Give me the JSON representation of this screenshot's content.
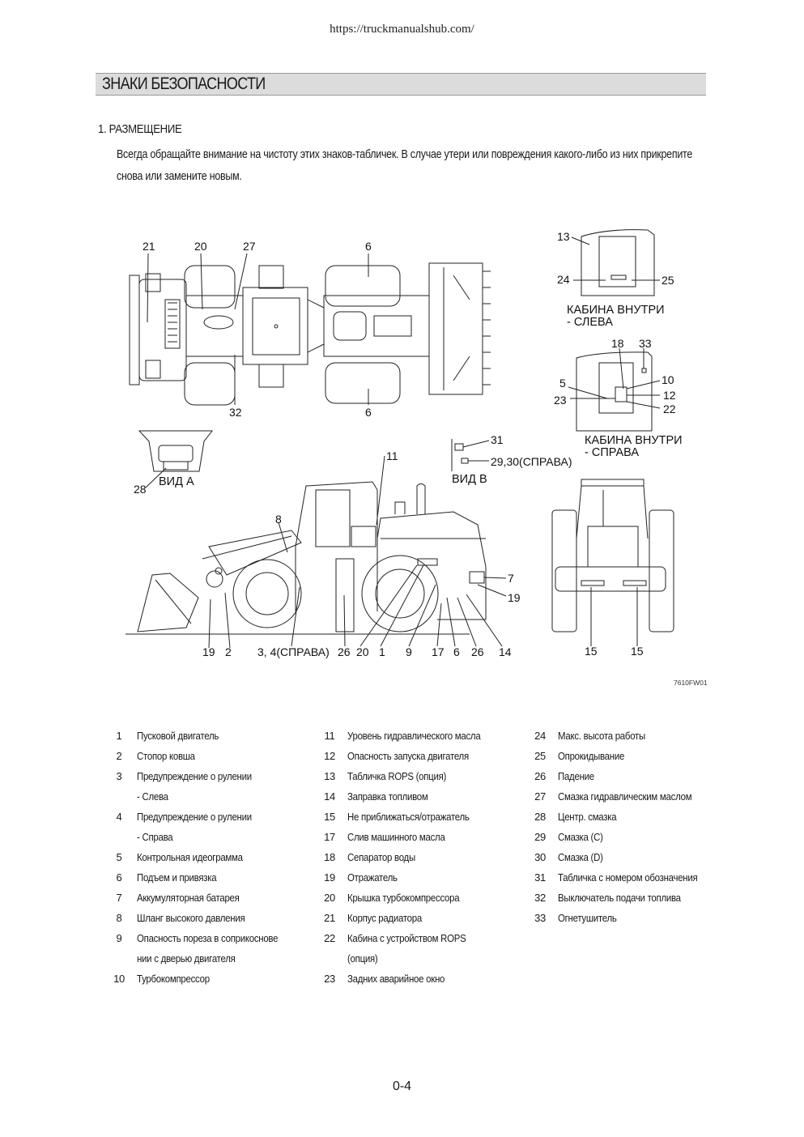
{
  "header": {
    "url": "https://truckmanualshub.com/"
  },
  "section": {
    "title": "ЗНАКИ БЕЗОПАСНОСТИ",
    "subheading": "1.  РАЗМЕЩЕНИЕ",
    "intro": "Всегда обращайте внимание на чистоту этих знаков-табличек.  В случае утери или повреждения какого-либо из них прикрепите снова или замените новым."
  },
  "figure": {
    "code": "7610FW01",
    "captions": {
      "cab_left": [
        "КАБИНА ВНУТРИ",
        "- СЛЕВА"
      ],
      "cab_right": [
        "КАБИНА ВНУТРИ",
        "- СПРАВА"
      ],
      "view_a": "ВИД А",
      "view_b": "ВИД В"
    },
    "callouts": {
      "top_view": [
        "21",
        "20",
        "27",
        "6",
        "32",
        "6"
      ],
      "cab_left": [
        "13",
        "24",
        "25"
      ],
      "cab_right": [
        "18",
        "33",
        "5",
        "10",
        "12",
        "23",
        "22"
      ],
      "view_a": [
        "28"
      ],
      "view_b": [
        "31",
        "29,30(СПРАВА)"
      ],
      "side_view": [
        "11",
        "8",
        "7",
        "19",
        "19",
        "2",
        "3, 4(СПРАВА)",
        "26",
        "20",
        "1",
        "9",
        "17",
        "6",
        "26",
        "14"
      ],
      "rear_view": [
        "15",
        "15"
      ]
    }
  },
  "legend": {
    "column1": [
      {
        "num": "1",
        "text": "Пусковой двигатель"
      },
      {
        "num": "2",
        "text": "Стопор ковша"
      },
      {
        "num": "3",
        "text": "Предупреждение о рулении"
      },
      {
        "num": "",
        "text": "- Слева"
      },
      {
        "num": "4",
        "text": "Предупреждение о рулении"
      },
      {
        "num": "",
        "text": "- Справа"
      },
      {
        "num": "5",
        "text": "Контрольная идеограмма"
      },
      {
        "num": "6",
        "text": "Подъем и привязка"
      },
      {
        "num": "7",
        "text": "Аккумуляторная батарея"
      },
      {
        "num": "8",
        "text": "Шланг высокого давления"
      },
      {
        "num": "9",
        "text": "Опасность пореза в соприкоснове"
      },
      {
        "num": "",
        "text": "нии с дверью двигателя"
      },
      {
        "num": "10",
        "text": "Турбокомпрессор"
      }
    ],
    "column2": [
      {
        "num": "11",
        "text": "Уровень гидравлического масла"
      },
      {
        "num": "12",
        "text": "Опасность запуска двигателя"
      },
      {
        "num": "13",
        "text": "Табличка ROPS (опция)"
      },
      {
        "num": "14",
        "text": "Заправка топливом"
      },
      {
        "num": "15",
        "text": "Не приближаться/отражатель"
      },
      {
        "num": "17",
        "text": "Слив машинного масла"
      },
      {
        "num": "18",
        "text": "Сепаратор воды"
      },
      {
        "num": "19",
        "text": "Отражатель"
      },
      {
        "num": "20",
        "text": "Крышка турбокомпрессора"
      },
      {
        "num": "21",
        "text": "Корпус радиатора"
      },
      {
        "num": "22",
        "text": "Кабина с устройством ROPS"
      },
      {
        "num": "",
        "text": "(опция)"
      },
      {
        "num": "23",
        "text": "Задних аварийное окно"
      }
    ],
    "column3": [
      {
        "num": "24",
        "text": "Макс. высота работы"
      },
      {
        "num": "25",
        "text": "Опрокидывание"
      },
      {
        "num": "26",
        "text": "Падение"
      },
      {
        "num": "27",
        "text": "Смазка гидравлическим маслом"
      },
      {
        "num": "28",
        "text": "Центр. смазка"
      },
      {
        "num": "29",
        "text": "Смазка (С)"
      },
      {
        "num": "30",
        "text": "Смазка (D)"
      },
      {
        "num": "31",
        "text": "Табличка с номером обозначения"
      },
      {
        "num": "32",
        "text": "Выключатель подачи топлива"
      },
      {
        "num": "33",
        "text": "Огнетушитель"
      }
    ]
  },
  "footer": {
    "page_number": "0-4"
  }
}
